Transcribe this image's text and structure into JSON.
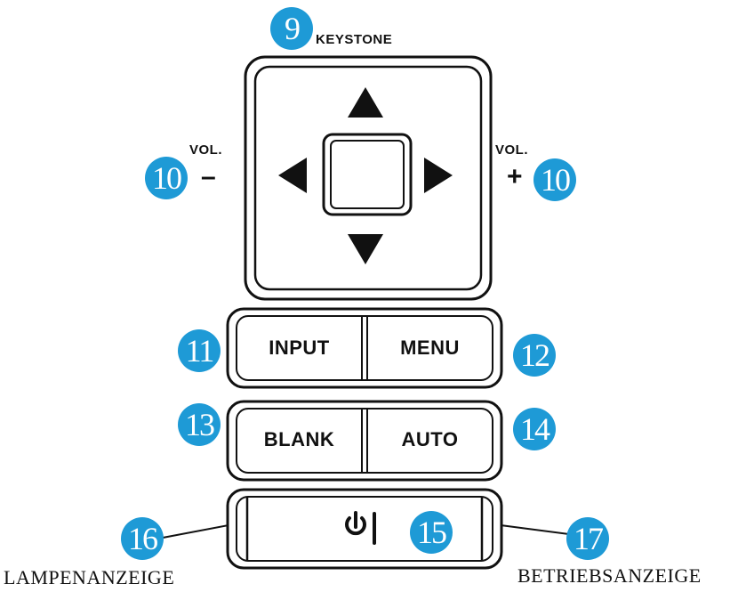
{
  "colors": {
    "badge": "#1e9ad6",
    "outline": "#111111"
  },
  "keystone": {
    "number": "9",
    "label": "KEYSTONE"
  },
  "vol_minus": {
    "number": "10",
    "label": "VOL.",
    "sign": "–"
  },
  "vol_plus": {
    "number": "10",
    "label": "VOL.",
    "sign": "+"
  },
  "input": {
    "number": "11",
    "label": "INPUT"
  },
  "menu": {
    "number": "12",
    "label": "MENU"
  },
  "blank": {
    "number": "13",
    "label": "BLANK"
  },
  "auto": {
    "number": "14",
    "label": "AUTO"
  },
  "power": {
    "number": "15",
    "icon": "power-icon"
  },
  "lamp": {
    "number": "16",
    "label": "LAMPENANZEIGE"
  },
  "status": {
    "number": "17",
    "label": "BETRIEBSANZEIGE"
  }
}
